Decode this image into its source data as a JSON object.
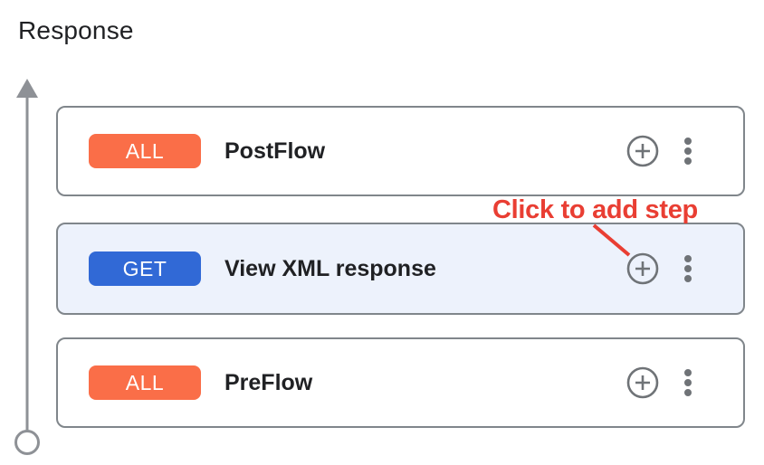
{
  "header": {
    "title": "Response"
  },
  "flow": {
    "cards": [
      {
        "method": "ALL",
        "label": "PostFlow",
        "selected": false
      },
      {
        "method": "GET",
        "label": "View XML response",
        "selected": true
      },
      {
        "method": "ALL",
        "label": "PreFlow",
        "selected": false
      }
    ]
  },
  "annotation": {
    "text": "Click to add step"
  },
  "icons": {
    "add_step": "plus-circle",
    "more_options": "kebab-menu",
    "flow_direction": "arrow-up",
    "flow_terminal": "circle"
  },
  "colors": {
    "method_all": "#FA6E48",
    "method_get": "#3169D6",
    "selected_card_bg": "#EDF2FC",
    "card_border": "#80868B",
    "icon_gray": "#6F7377",
    "annotation_red": "#E93E33",
    "flow_line_gray": "#8E9196",
    "title_text": "#202124",
    "label_text": "#202124"
  }
}
